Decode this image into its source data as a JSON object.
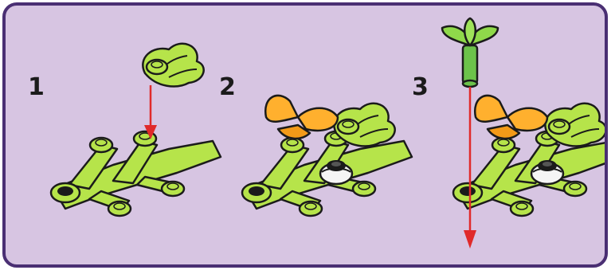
{
  "steps": [
    {
      "number": "1"
    },
    {
      "number": "2"
    },
    {
      "number": "3"
    }
  ],
  "colors": {
    "panel_background": "#d7c5e2",
    "panel_border": "#4a2f73",
    "lime_piece": "#b6e44a",
    "leaf_green": "#8fd94a",
    "stem_green": "#6cc24a",
    "butterfly_orange": "#ffb02e",
    "flower_white": "#f5f5f5",
    "arrow_red": "#e02a2a",
    "outline": "#1b1b1b"
  }
}
